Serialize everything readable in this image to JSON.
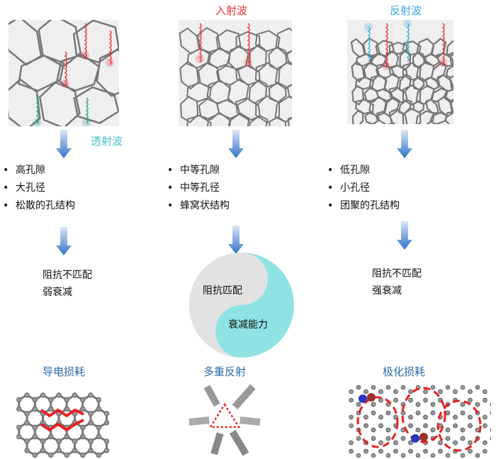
{
  "wave_labels": {
    "incident": "入射波",
    "reflected": "反射波",
    "transmitted": "透射波"
  },
  "columns": [
    {
      "features": [
        "高孔隙",
        "大孔径",
        "松散的孔结构"
      ],
      "result": [
        "阻抗不匹配",
        "弱衰减"
      ],
      "mechanism": "导电损耗"
    },
    {
      "features": [
        "中等孔隙",
        "中等孔径",
        "蜂窝状结构"
      ],
      "balance": {
        "left": "阻抗匹配",
        "right": "衰减能力"
      },
      "mechanism": "多重反射"
    },
    {
      "features": [
        "低孔隙",
        "小孔径",
        "团聚的孔结构"
      ],
      "result": [
        "阻抗不匹配",
        "强衰减"
      ],
      "mechanism": "极化损耗"
    }
  ],
  "colors": {
    "incident": "#e8323a",
    "reflected": "#3aa6e0",
    "transmitted": "#4cc0c0",
    "title": "#2c6aa8",
    "match": "#8fe3e3",
    "network": "#666666"
  }
}
